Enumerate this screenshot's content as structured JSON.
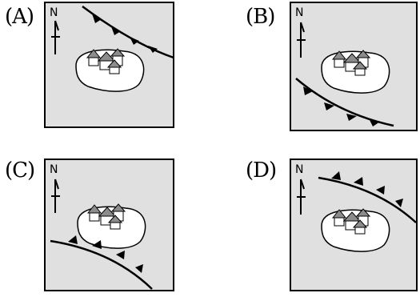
{
  "options": [
    {
      "label": "(A)"
    },
    {
      "label": "(B)"
    },
    {
      "label": "(C)"
    },
    {
      "label": "(D)"
    }
  ],
  "compass": {
    "letter": "N"
  },
  "colors": {
    "map_background": "#e0e0e0",
    "outline": "#000000",
    "island": "#ffffff",
    "roof": "#8c8c8c"
  }
}
